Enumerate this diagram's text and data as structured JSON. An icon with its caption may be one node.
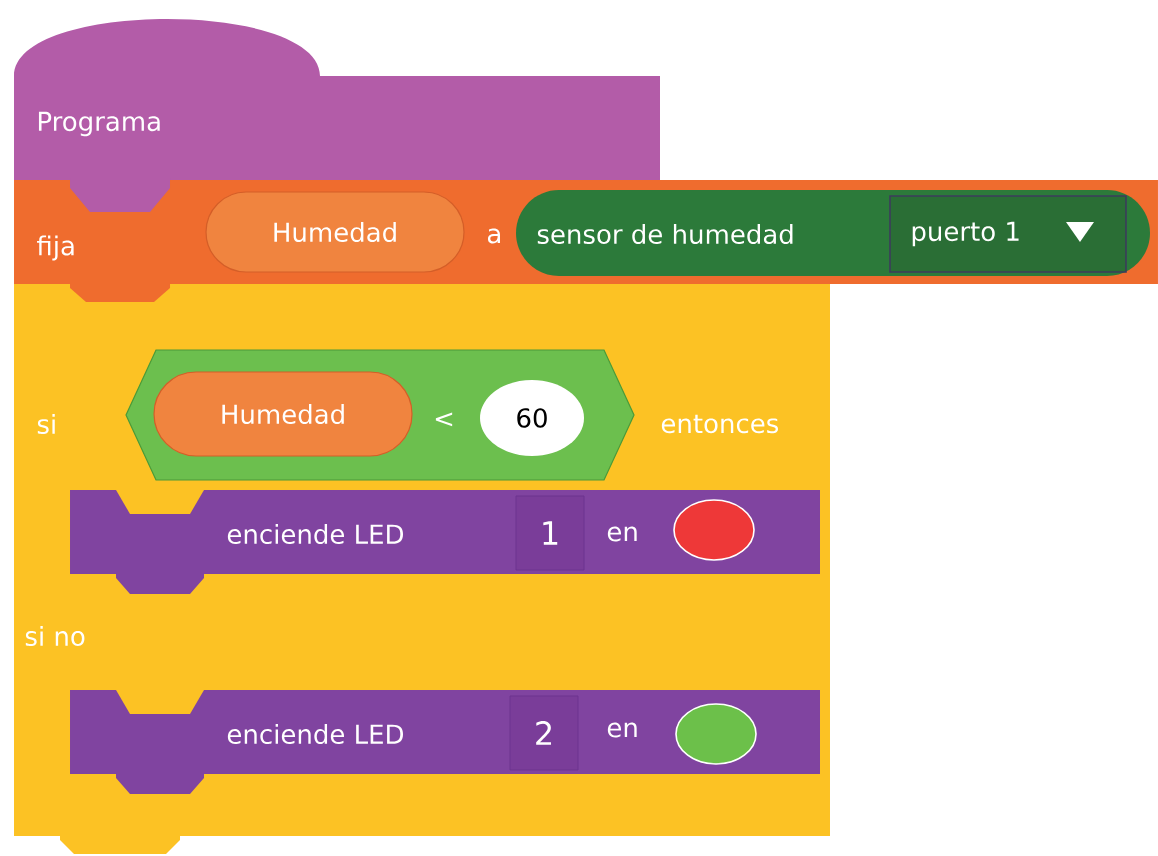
{
  "diagram": {
    "nodes": [
      {
        "text": [
          "Programa"
        ]
      },
      {
        "text": [
          "fija",
          "a"
        ]
      },
      {
        "text": [
          "Humedad"
        ],
        "in": 1
      },
      {
        "text": [
          "sensor de humedad"
        ],
        "in": 1
      },
      {
        "text": [
          "puerto 1"
        ],
        "in": 3
      },
      {
        "text": [
          "si",
          "entonces",
          "si no"
        ]
      },
      {
        "text": [
          "<"
        ],
        "in": 5
      },
      {
        "text": [
          "Humedad"
        ],
        "in": 6
      },
      {
        "text": [
          "60"
        ],
        "in": 6
      },
      {
        "text": [
          "enciende LED",
          "en"
        ],
        "in": 5
      },
      {
        "text": [
          "1"
        ],
        "in": 9
      },
      {
        "text": [],
        "shape": "circle",
        "in": 9
      },
      {
        "text": [
          "enciende LED",
          "en"
        ],
        "in": 5
      },
      {
        "text": [
          "2"
        ],
        "in": 12
      },
      {
        "text": [],
        "shape": "circle",
        "in": 12
      }
    ]
  }
}
